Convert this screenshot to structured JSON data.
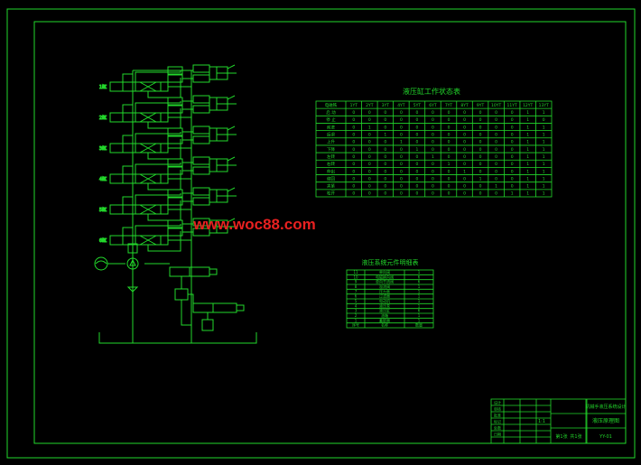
{
  "watermark": "www.woc88.com",
  "solenoid_table": {
    "title": "液压缸工作状态表",
    "headers": [
      "电磁铁",
      "1YT",
      "2YT",
      "3YT",
      "4YT",
      "5YT",
      "6YT",
      "7YT",
      "8YT",
      "9YT",
      "10YT",
      "11YT",
      "12YT",
      "13YT"
    ],
    "rows": [
      [
        "启 动",
        "0",
        "0",
        "0",
        "0",
        "0",
        "0",
        "0",
        "0",
        "0",
        "0",
        "0",
        "1",
        "1"
      ],
      [
        "停 止",
        "0",
        "0",
        "0",
        "0",
        "0",
        "0",
        "0",
        "0",
        "0",
        "0",
        "0",
        "1",
        "0"
      ],
      [
        "前进",
        "0",
        "1",
        "0",
        "0",
        "0",
        "0",
        "0",
        "0",
        "0",
        "0",
        "0",
        "1",
        "1"
      ],
      [
        "后退",
        "0",
        "0",
        "1",
        "0",
        "0",
        "0",
        "0",
        "0",
        "0",
        "0",
        "0",
        "1",
        "1"
      ],
      [
        "上升",
        "0",
        "0",
        "0",
        "1",
        "0",
        "0",
        "0",
        "0",
        "0",
        "0",
        "0",
        "1",
        "1"
      ],
      [
        "下降",
        "0",
        "0",
        "0",
        "0",
        "1",
        "0",
        "0",
        "0",
        "0",
        "0",
        "0",
        "1",
        "1"
      ],
      [
        "左转",
        "0",
        "0",
        "0",
        "0",
        "0",
        "1",
        "0",
        "0",
        "0",
        "0",
        "0",
        "1",
        "1"
      ],
      [
        "右转",
        "0",
        "0",
        "0",
        "0",
        "0",
        "0",
        "1",
        "0",
        "0",
        "0",
        "0",
        "1",
        "1"
      ],
      [
        "伸出",
        "0",
        "0",
        "0",
        "0",
        "0",
        "0",
        "0",
        "1",
        "0",
        "0",
        "0",
        "1",
        "1"
      ],
      [
        "缩回",
        "0",
        "0",
        "0",
        "0",
        "0",
        "0",
        "0",
        "0",
        "1",
        "0",
        "0",
        "1",
        "1"
      ],
      [
        "夹紧",
        "0",
        "0",
        "0",
        "0",
        "0",
        "0",
        "0",
        "0",
        "0",
        "1",
        "0",
        "1",
        "1"
      ],
      [
        "松开",
        "0",
        "0",
        "0",
        "0",
        "0",
        "0",
        "0",
        "0",
        "0",
        "0",
        "1",
        "1",
        "1"
      ]
    ]
  },
  "parts_table": {
    "title": "液压系统元件明细表",
    "rows": [
      [
        "11",
        "单向阀",
        "1"
      ],
      [
        "10",
        "电磁换向阀",
        "6"
      ],
      [
        "9",
        "单向节流阀",
        "6"
      ],
      [
        "8",
        "溢流阀",
        "1"
      ],
      [
        "7",
        "压力表",
        "1"
      ],
      [
        "6",
        "过滤器",
        "1"
      ],
      [
        "5",
        "电动机",
        "1"
      ],
      [
        "4",
        "液压泵",
        "1"
      ],
      [
        "3",
        "液压缸",
        "6"
      ],
      [
        "2",
        "油箱",
        "1"
      ],
      [
        "1",
        "蓄能器",
        "1"
      ]
    ],
    "footer": [
      "序号",
      "名称",
      "数量"
    ]
  },
  "title_block": {
    "project": "机械手液压系统设计",
    "drawing_name": "液压原理图",
    "drawing_no": "YY-01",
    "scale": "1:1",
    "sheet": "第1张",
    "sheets": "共1张",
    "labels": [
      "设计",
      "审核",
      "批准",
      "标记",
      "处数",
      "日期"
    ]
  },
  "actuators": [
    {
      "label": "1缸"
    },
    {
      "label": "2缸"
    },
    {
      "label": "3缸"
    },
    {
      "label": "4缸"
    },
    {
      "label": "5缸"
    },
    {
      "label": "6缸"
    }
  ]
}
